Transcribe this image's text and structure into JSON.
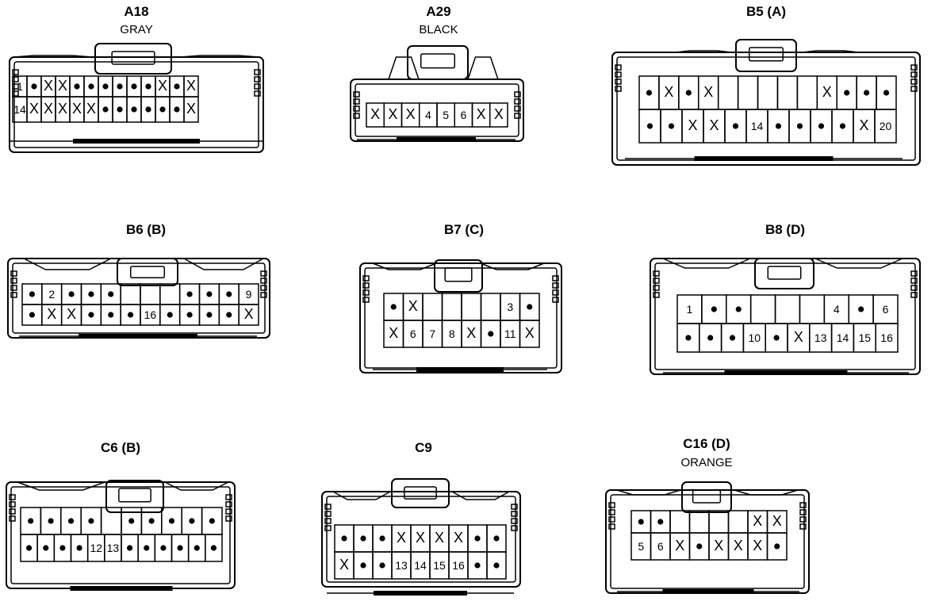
{
  "connectors": [
    {
      "id": "a18",
      "title": "A18",
      "subtitle": "GRAY",
      "rows": [
        [
          "1",
          "•",
          "X",
          "X",
          "•",
          "•",
          "•",
          "•",
          "•",
          "•",
          "X",
          "•",
          "X"
        ],
        [
          "14",
          "X",
          "X",
          "X",
          "X",
          "X",
          "•",
          "•",
          "•",
          "•",
          "•",
          "•",
          "X"
        ]
      ]
    },
    {
      "id": "a29",
      "title": "A29",
      "subtitle": "BLACK",
      "rows": [
        [
          "X",
          "X",
          "X",
          "4",
          "5",
          "6",
          "X",
          "X"
        ]
      ]
    },
    {
      "id": "b5",
      "title": "B5 (A)",
      "subtitle": "",
      "rows": [
        [
          "•",
          "X",
          "•",
          "X",
          "",
          "",
          "",
          "",
          "",
          "X",
          "•",
          "•",
          "•"
        ],
        [
          "•",
          "•",
          "X",
          "X",
          "•",
          "14",
          "•",
          "•",
          "•",
          "•",
          "X",
          "20"
        ]
      ]
    },
    {
      "id": "b6",
      "title": "B6 (B)",
      "subtitle": "",
      "rows": [
        [
          "•",
          "2",
          "•",
          "•",
          "•",
          "",
          "",
          "",
          "•",
          "•",
          "•",
          "9"
        ],
        [
          "•",
          "X",
          "X",
          "•",
          "•",
          "•",
          "16",
          "•",
          "•",
          "•",
          "•",
          "X"
        ]
      ]
    },
    {
      "id": "b7",
      "title": "B7 (C)",
      "subtitle": "",
      "rows": [
        [
          "•",
          "X",
          "",
          "",
          "",
          "",
          "3",
          "•"
        ],
        [
          "X",
          "6",
          "7",
          "8",
          "X",
          "•",
          "11",
          "X"
        ]
      ]
    },
    {
      "id": "b8",
      "title": "B8 (D)",
      "subtitle": "",
      "rows": [
        [
          "1",
          "•",
          "•",
          "",
          "",
          "",
          "4",
          "•",
          "6"
        ],
        [
          "•",
          "•",
          "•",
          "10",
          "•",
          "X",
          "13",
          "14",
          "15",
          "16"
        ]
      ]
    },
    {
      "id": "c6",
      "title": "C6 (B)",
      "subtitle": "",
      "rows": [
        [
          "•",
          "•",
          "•",
          "•",
          "",
          "•",
          "•",
          "•",
          "•",
          "•"
        ],
        [
          "•",
          "•",
          "•",
          "•",
          "12",
          "13",
          "•",
          "•",
          "•",
          "•",
          "•",
          "•"
        ]
      ]
    },
    {
      "id": "c9",
      "title": "C9",
      "subtitle": "",
      "rows": [
        [
          "•",
          "•",
          "•",
          "X",
          "X",
          "X",
          "X",
          "•",
          "•"
        ],
        [
          "X",
          "•",
          "•",
          "13",
          "14",
          "15",
          "16",
          "•",
          "•"
        ]
      ]
    },
    {
      "id": "c16",
      "title": "C16 (D)",
      "subtitle": "ORANGE",
      "rows": [
        [
          "•",
          "•",
          "",
          "",
          "",
          "",
          "X",
          "X"
        ],
        [
          "5",
          "6",
          "X",
          "•",
          "X",
          "X",
          "X",
          "•"
        ]
      ]
    }
  ]
}
